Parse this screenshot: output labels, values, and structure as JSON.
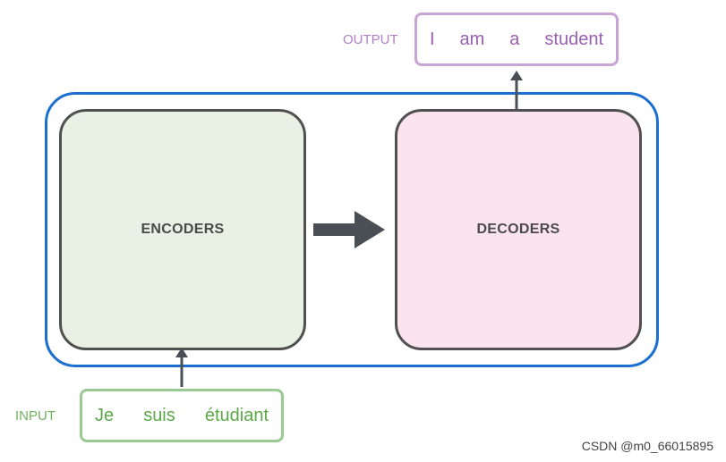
{
  "encoders": {
    "label": "ENCODERS"
  },
  "decoders": {
    "label": "DECODERS"
  },
  "output": {
    "label": "OUTPUT",
    "tokens": [
      "I",
      "am",
      "a",
      "student"
    ]
  },
  "input": {
    "label": "INPUT",
    "tokens": [
      "Je",
      "suis",
      "étudiant"
    ]
  },
  "watermark": "CSDN @m0_66015895",
  "colors": {
    "container_border": "#1a6fd1",
    "encoder_fill": "#e8f1e4",
    "decoder_fill": "#fce4ee",
    "output_accent": "#9a5fb3",
    "input_accent": "#5aa847",
    "arrow": "#4a4e55"
  }
}
